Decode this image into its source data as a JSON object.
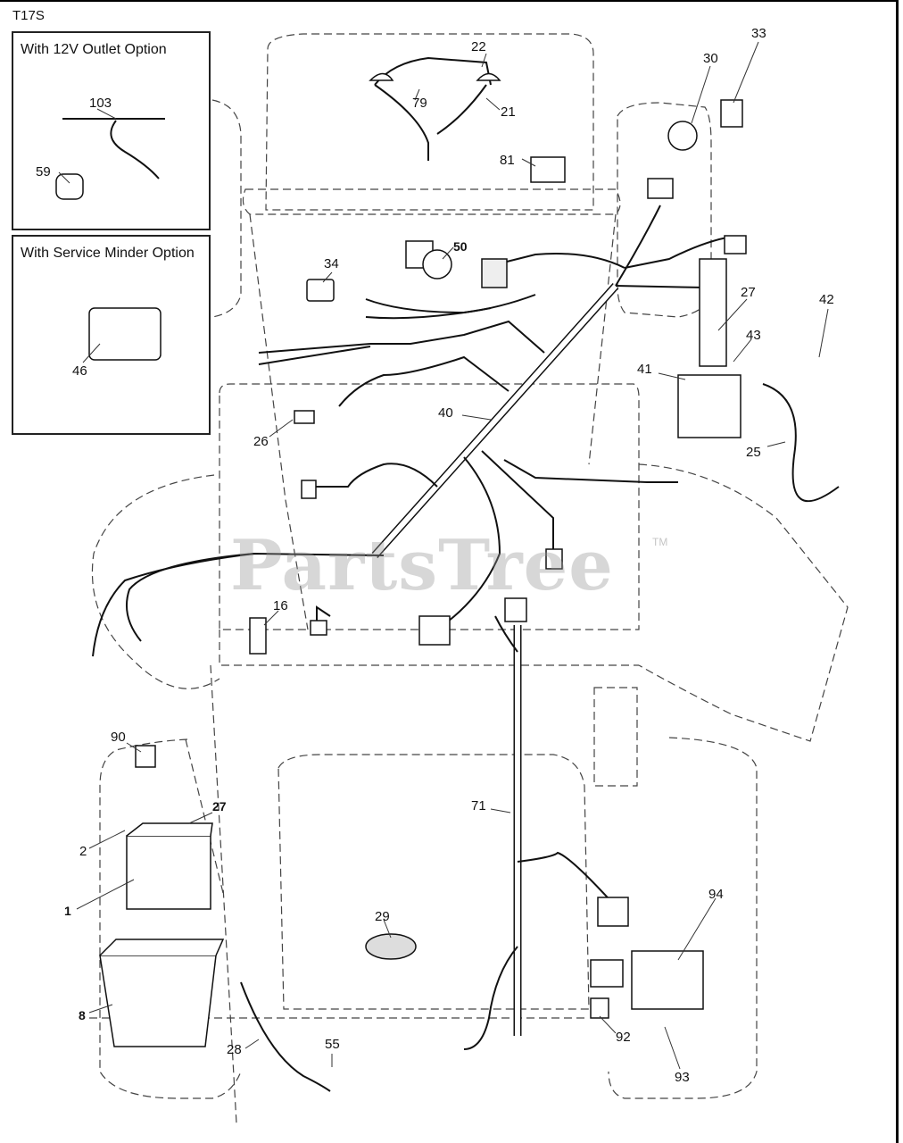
{
  "diagram_id": "T17S",
  "option_boxes": [
    {
      "title": "With 12V Outlet Option"
    },
    {
      "title": "With Service Minder Option"
    }
  ],
  "watermark": "PartsTree",
  "watermark_tm": "TM",
  "part_labels": {
    "p103": "103",
    "p59": "59",
    "p46": "46",
    "p22": "22",
    "p79": "79",
    "p21": "21",
    "p81": "81",
    "p30": "30",
    "p33": "33",
    "p50": "50",
    "p34": "34",
    "p27a": "27",
    "p42": "42",
    "p43": "43",
    "p41": "41",
    "p40": "40",
    "p26": "26",
    "p25": "25",
    "p16": "16",
    "p90": "90",
    "p27b": "27",
    "p2": "2",
    "p1": "1",
    "p71": "71",
    "p94": "94",
    "p29": "29",
    "p8": "8",
    "p28": "28",
    "p55": "55",
    "p92": "92",
    "p93": "93"
  }
}
